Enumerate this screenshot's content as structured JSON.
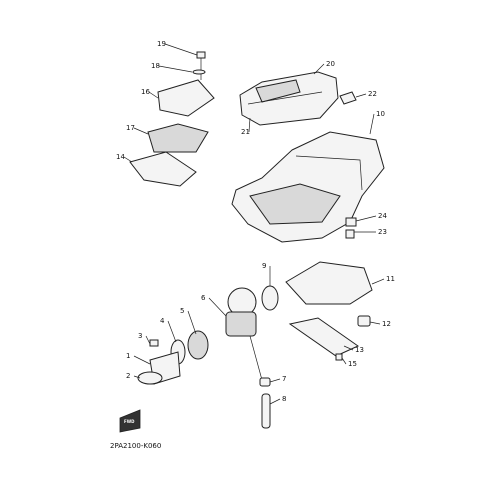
{
  "diagram": {
    "part_numbers": [
      "1",
      "2",
      "3",
      "4",
      "5",
      "6",
      "7",
      "8",
      "9",
      "10",
      "11",
      "12",
      "13",
      "14",
      "15",
      "16",
      "17",
      "18",
      "19",
      "20",
      "21",
      "22",
      "23",
      "24"
    ],
    "drawing_code": "2PA2100-K060",
    "fwd_label": "FWD"
  }
}
